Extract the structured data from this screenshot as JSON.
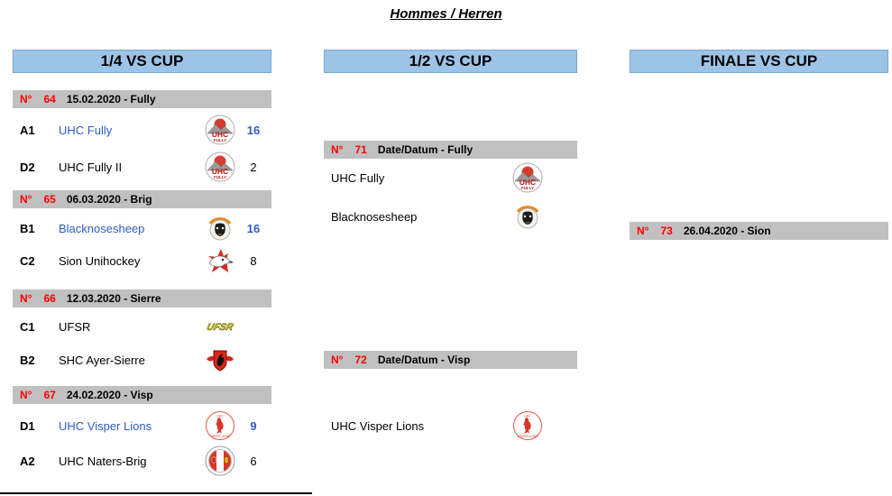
{
  "page": {
    "title": "Hommes / Herren"
  },
  "colors": {
    "header_bg": "#9dc3e6",
    "bar_bg": "#c0c0c0",
    "accent_red": "#ff0000",
    "winner_blue": "#2e5cc5"
  },
  "icons": {
    "uhc_fully": "uhc-fully-logo",
    "blacknosesheep": "blacknosesheep-logo",
    "sion": "sion-unihockey-logo",
    "ufsr": "ufsr-logo",
    "ayer_sierre": "shc-ayer-sierre-logo",
    "visper_lions": "uhc-visper-lions-logo",
    "naters_brig": "uhc-naters-brig-logo"
  },
  "columns": [
    {
      "header": "1/4 VS CUP",
      "sections": [
        {
          "no_label": "N°",
          "number": "64",
          "info": "15.02.2020 - Fully",
          "teams": [
            {
              "code": "A1",
              "name": "UHC Fully",
              "score": "16",
              "winner": true
            },
            {
              "code": "D2",
              "name": "UHC Fully II",
              "score": "2",
              "winner": false
            }
          ]
        },
        {
          "no_label": "N°",
          "number": "65",
          "info": "06.03.2020 - Brig",
          "teams": [
            {
              "code": "B1",
              "name": "Blacknosesheep",
              "score": "16",
              "winner": true
            },
            {
              "code": "C2",
              "name": "Sion Unihockey",
              "score": "8",
              "winner": false
            }
          ]
        },
        {
          "no_label": "N°",
          "number": "66",
          "info": "12.03.2020 - Sierre",
          "teams": [
            {
              "code": "C1",
              "name": "UFSR",
              "score": "",
              "winner": false
            },
            {
              "code": "B2",
              "name": "SHC Ayer-Sierre",
              "score": "",
              "winner": false
            }
          ]
        },
        {
          "no_label": "N°",
          "number": "67",
          "info": "24.02.2020 - Visp",
          "teams": [
            {
              "code": "D1",
              "name": "UHC Visper Lions",
              "score": "9",
              "winner": true
            },
            {
              "code": "A2",
              "name": "UHC Naters-Brig",
              "score": "6",
              "winner": false
            }
          ]
        }
      ]
    },
    {
      "header": "1/2 VS CUP",
      "sections": [
        {
          "no_label": "N°",
          "number": "71",
          "info": "Date/Datum - Fully",
          "teams": [
            {
              "code": "",
              "name": "UHC Fully",
              "score": "",
              "winner": false
            },
            {
              "code": "",
              "name": "Blacknosesheep",
              "score": "",
              "winner": false
            }
          ]
        },
        {
          "no_label": "N°",
          "number": "72",
          "info": "Date/Datum - Visp",
          "teams": [
            {
              "code": "",
              "name": "UHC Visper Lions",
              "score": "",
              "winner": false
            }
          ]
        }
      ]
    },
    {
      "header": "FINALE VS CUP",
      "sections": [
        {
          "no_label": "N°",
          "number": "73",
          "info": "26.04.2020 - Sion",
          "teams": []
        }
      ]
    }
  ]
}
